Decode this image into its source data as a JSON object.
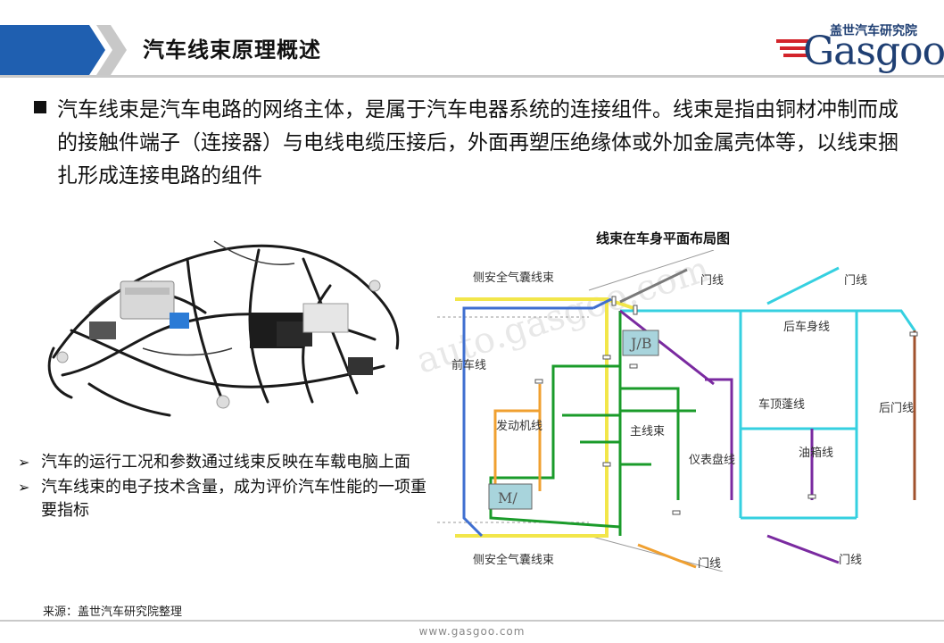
{
  "header": {
    "title": "汽车线束原理概述",
    "logo_cn": "盖世汽车研究院",
    "logo_en": "Gasgoo",
    "bar_color": "#1f5fb0"
  },
  "intro": {
    "text": "汽车线束是汽车电路的网络主体，是属于汽车电器系统的连接组件。线束是指由铜材冲制而成的接触件端子（连接器）与电线电缆压接后，外面再塑压绝缘体或外加金属壳体等，以线束捆扎形成连接电路的组件"
  },
  "points": [
    "汽车的运行工况和参数通过线束反映在车载电脑上面",
    "汽车线束的电子技术含量，成为评价汽车性能的一项重要指标"
  ],
  "source": "来源：盖世汽车研究院整理",
  "footer_url": "www.gasgoo.com",
  "diagram": {
    "title": "线束在车身平面布局图",
    "watermark": "auto.gasgoo.com",
    "labels": {
      "side_airbag_top": "侧安全气囊线束",
      "side_airbag_bottom": "侧安全气囊线束",
      "door_top_left": "门线",
      "door_top_right": "门线",
      "door_bottom_left": "门线",
      "door_bottom_right": "门线",
      "rear_body": "后车身线",
      "front": "前车线",
      "jb": "J/B",
      "engine": "发动机线",
      "main": "主线束",
      "roof": "车顶蓬线",
      "rear_door": "后门线",
      "dashboard": "仪表盘线",
      "fuel_tank": "油箱线",
      "m": "M/"
    },
    "colors": {
      "yellow": "#f2e64a",
      "blue": "#3f6fd0",
      "green": "#1a9b2a",
      "cyan": "#35d0e0",
      "purple": "#7a2aa0",
      "orange": "#f0a030",
      "brown": "#a0522d",
      "gray": "#7a7a7a"
    }
  }
}
